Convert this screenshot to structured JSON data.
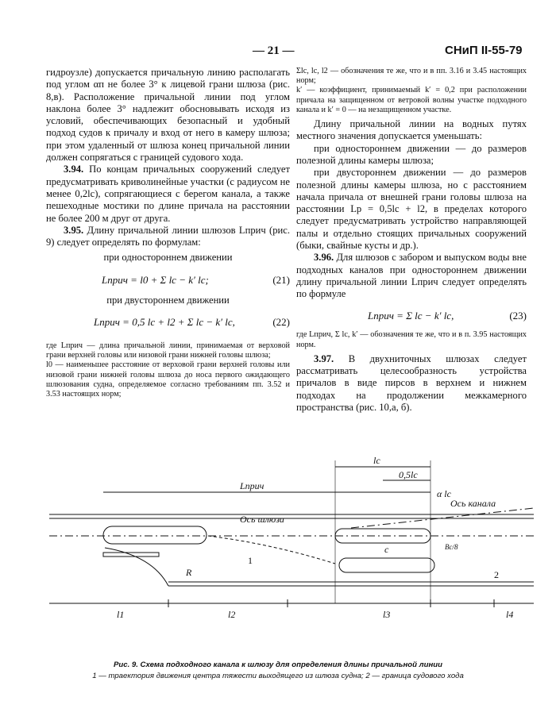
{
  "header": {
    "page_number": "— 21 —",
    "doc_code": "СНиП II-55-79"
  },
  "left": {
    "p1": "гидроузле) допускается причальную линию располагать под углом αп не более 3° к лицевой грани шлюза (рис. 8,в). Расположение причальной линии под углом наклона более 3° надлежит обосновывать исходя из условий, обеспечивающих безопасный и удобный подход судов к причалу и вход от него в камеру шлюза; при этом удаленный от шлюза конец причальной линии должен сопрягаться с границей судового хода.",
    "p394_num": "3.94.",
    "p394": "По концам причальных сооружений следует предусматривать криволинейные участки (с радиусом не менее 0,2lс), сопрягающиеся с берегом канала, а также пешеходные мостики по длине причала на расстоянии не более 200 м друг от друга.",
    "p395_num": "3.95.",
    "p395": "Длину причальной линии шлюзов Lприч (рис. 9) следует определять по формулам:",
    "case1": "при одностороннем движении",
    "f21": "Lприч = l0 + Σ lс − k′ lс;",
    "f21_num": "(21)",
    "case2": "при двустороннем движении",
    "f22": "Lприч = 0,5 lс + l2 + Σ lс − k′ lс,",
    "f22_num": "(22)",
    "where1": "где Lприч — длина причальной линии, принимаемая от верховой грани верхней головы или низовой грани нижней головы шлюза;",
    "where2": "l0 — наименьшее расстояние от верховой грани верхней головы или низовой грани нижней головы шлюза до носа первого ожидающего шлюзования судна, определяемое согласно требованиям пп. 3.52 и 3.53 настоящих норм;"
  },
  "right": {
    "w1": "Σlс, lс, l2 — обозначения те же, что и в пп. 3.16 и 3.45 настоящих норм;",
    "w2": "k′ — коэффициент, принимаемый k′ = 0,2 при расположении причала на защищенном от ветровой волны участке подходного канала и k′ = 0 — на незащищенном участке.",
    "p1": "Длину причальной линии на водных путях местного значения допускается уменьшать:",
    "p2": "при одностороннем движении — до размеров полезной длины камеры шлюза;",
    "p3": "при двустороннем движении — до размеров полезной длины камеры шлюза, но с расстоянием начала причала от внешней грани головы шлюза на расстоянии Lр = 0,5lс + l2, в пределах которого следует предусматривать устройство направляющей палы и отдельно стоящих причальных сооружений (быки, свайные кусты и др.).",
    "p396_num": "3.96.",
    "p396": "Для шлюзов с забором и выпуском воды вне подходных каналов при одностороннем движении длину причальной линии Lприч следует определять по формуле",
    "f23": "Lприч = Σ lс − k′ lс,",
    "f23_num": "(23)",
    "where": "где Lприч, Σ lс, k′ — обозначения те же, что и в п. 3.95 настоящих норм.",
    "p397_num": "3.97.",
    "p397": "В двухниточных шлюзах следует рассматривать целесообразность устройства причалов в виде пирсов в верхнем и нижнем подходах на продолжении межкамерного пространства (рис. 10,а, б)."
  },
  "figure": {
    "l_prich": "Lприч",
    "lc": "lс",
    "half_lc": "0,5lс",
    "alpha_lc": "α lс",
    "axis_canal": "Ось канала",
    "axis_lock": "Ось шлюза",
    "R": "R",
    "b": "Вс/8",
    "c": "с",
    "l1": "l1",
    "l2": "l2",
    "l3": "l3",
    "l4": "l4",
    "n1": "1",
    "n2": "2",
    "caption": "Рис. 9. Схема подходного канала к шлюзу для определения длины причальной линии",
    "legend": "1 — траектория движения центра тяжести выходящего из шлюза судна; 2 — граница судового хода"
  }
}
